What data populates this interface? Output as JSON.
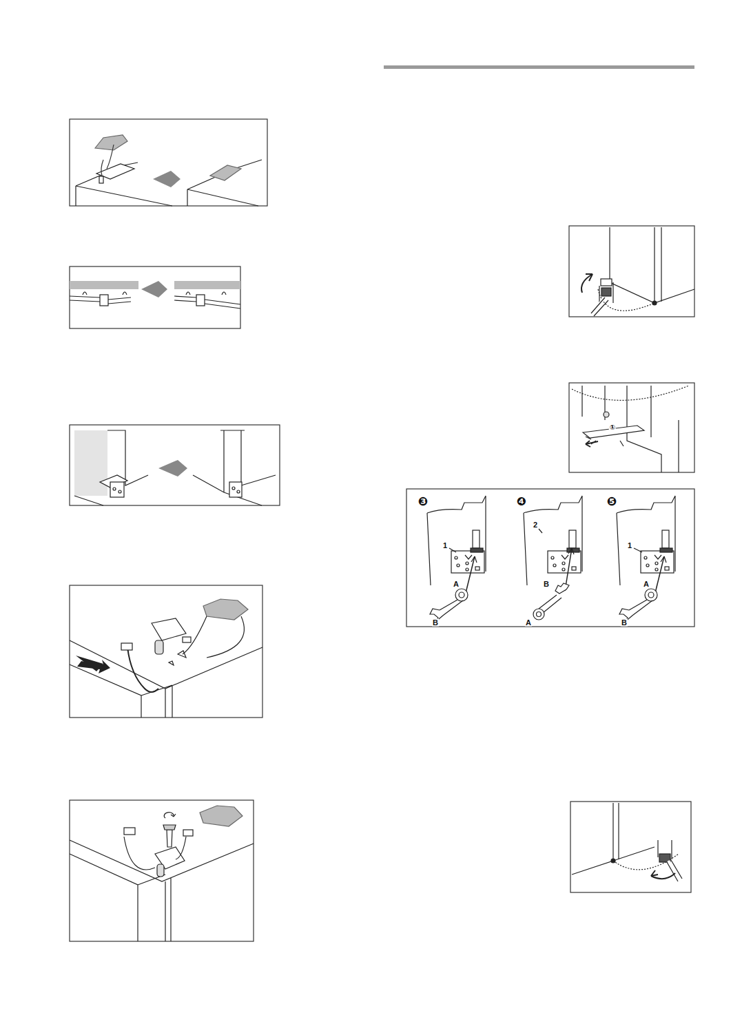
{
  "diagram": {
    "labels": [
      "①",
      "❸",
      "1",
      "A",
      "B",
      "❹",
      "2",
      "B",
      "A",
      "❺",
      "1",
      "A",
      "B"
    ]
  }
}
